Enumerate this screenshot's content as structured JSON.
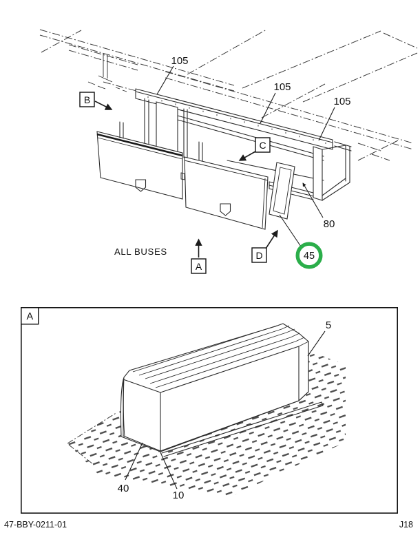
{
  "footer": {
    "doc_number": "47-BBY-0211-01",
    "page_code": "J18"
  },
  "main_view": {
    "note": "ALL BUSES",
    "highlight_color": "#2BAE4A",
    "callout_b": "B",
    "callout_c": "C",
    "callout_d": "D",
    "callout_a": "A",
    "part_105_first": "105",
    "part_105_second": "105",
    "part_105_third": "105",
    "part_80": "80",
    "part_45": "45"
  },
  "detail_view": {
    "panel_label": "A",
    "part_5": "5",
    "part_40": "40",
    "part_10": "10"
  }
}
